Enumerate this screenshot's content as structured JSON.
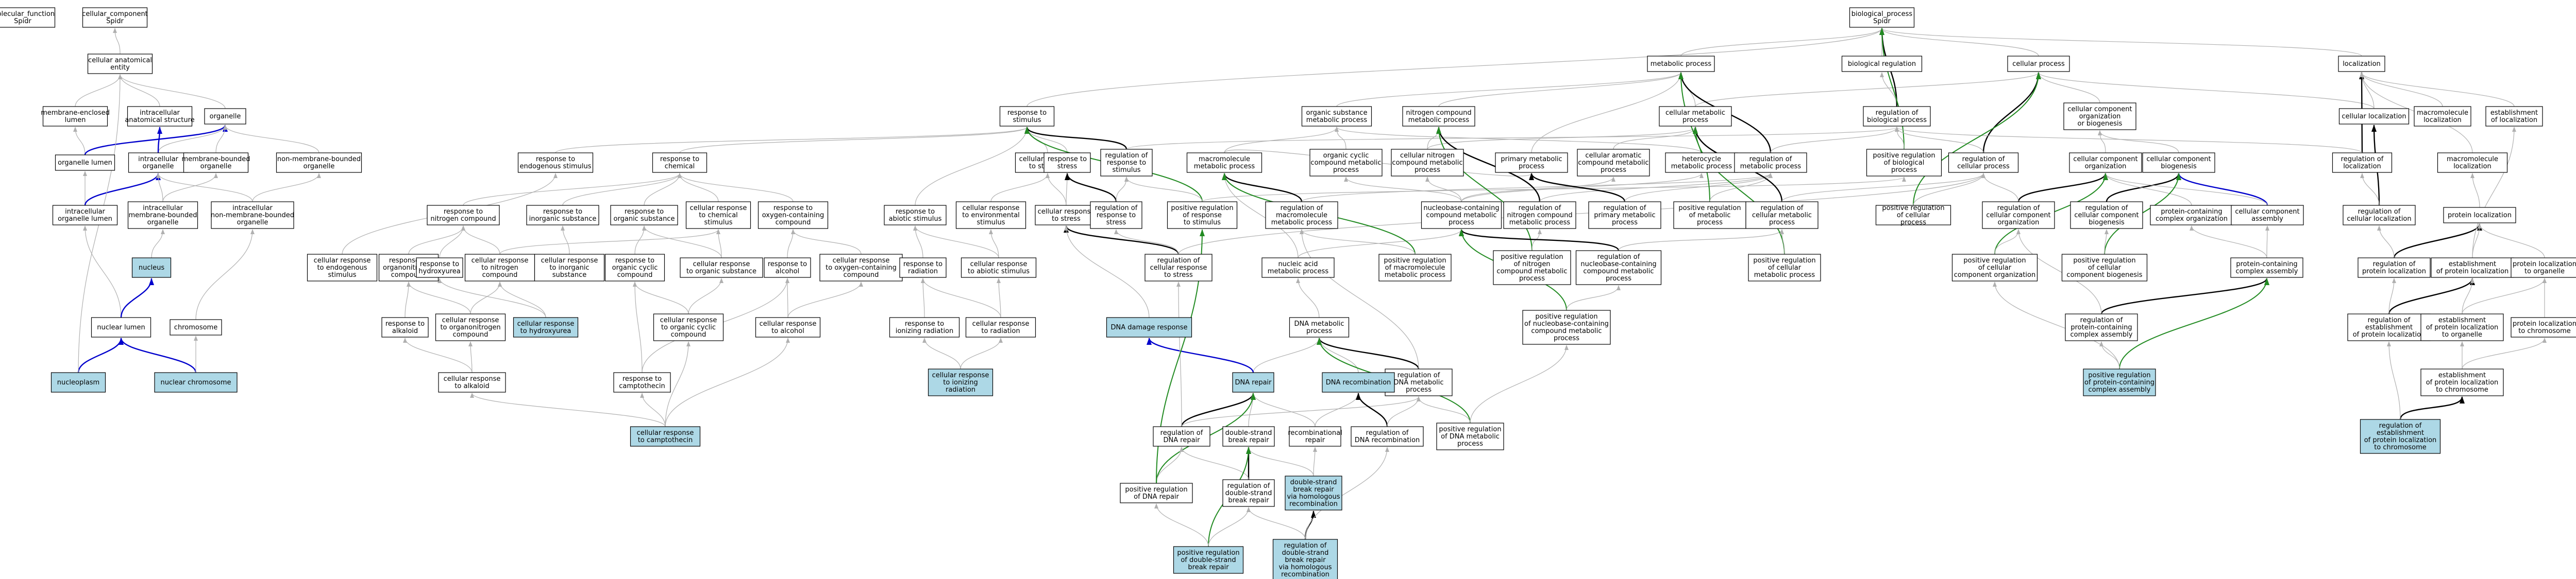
{
  "colors": {
    "normal_fill": "#ffffff",
    "highlight_fill": "#add8e6",
    "edge_is_a": "#b0b0b0",
    "edge_part_of": "#0000cc",
    "edge_regulates": "#000000",
    "edge_positively_regulates": "#228b22"
  },
  "nodes": [
    {
      "id": "molecular_function",
      "lines": [
        "molecular_function",
        "Spidr"
      ]
    },
    {
      "id": "cellular_component",
      "lines": [
        "cellular_component",
        "Spidr"
      ]
    },
    {
      "id": "biological_process",
      "lines": [
        "biological_process",
        "Spidr"
      ]
    },
    {
      "id": "cellular_anatomical_entity",
      "lines": [
        "cellular anatomical",
        "entity"
      ]
    },
    {
      "id": "membrane_enclosed_lumen",
      "lines": [
        "membrane-enclosed",
        "lumen"
      ]
    },
    {
      "id": "intracellular_anatomical_structure",
      "lines": [
        "intracellular",
        "anatomical structure"
      ]
    },
    {
      "id": "organelle",
      "lines": [
        "organelle"
      ]
    },
    {
      "id": "organelle_lumen",
      "lines": [
        "organelle lumen"
      ]
    },
    {
      "id": "intracellular_organelle",
      "lines": [
        "intracellular",
        "organelle"
      ]
    },
    {
      "id": "membrane_bounded_organelle",
      "lines": [
        "membrane-bounded",
        "organelle"
      ]
    },
    {
      "id": "non_membrane_bounded_organelle",
      "lines": [
        "non-membrane-bounded",
        "organelle"
      ]
    },
    {
      "id": "intracellular_organelle_lumen",
      "lines": [
        "intracellular",
        "organelle lumen"
      ]
    },
    {
      "id": "intracellular_membrane_bounded_organelle",
      "lines": [
        "intracellular",
        "membrane-bounded",
        "organelle"
      ]
    },
    {
      "id": "intracellular_non_membrane_bounded_organelle",
      "lines": [
        "intracellular",
        "non-membrane-bounded",
        "organelle"
      ]
    },
    {
      "id": "nucleus",
      "lines": [
        "nucleus"
      ],
      "hl": true
    },
    {
      "id": "nuclear_lumen",
      "lines": [
        "nuclear lumen"
      ]
    },
    {
      "id": "chromosome",
      "lines": [
        "chromosome"
      ]
    },
    {
      "id": "nucleoplasm",
      "lines": [
        "nucleoplasm"
      ],
      "hl": true
    },
    {
      "id": "nuclear_chromosome",
      "lines": [
        "nuclear chromosome"
      ],
      "hl": true
    },
    {
      "id": "response_to_stimulus",
      "lines": [
        "response to",
        "stimulus"
      ]
    },
    {
      "id": "response_to_endogenous_stimulus",
      "lines": [
        "response to",
        "endogenous stimulus"
      ]
    },
    {
      "id": "response_to_chemical",
      "lines": [
        "response to",
        "chemical"
      ]
    },
    {
      "id": "response_to_nitrogen_compound",
      "lines": [
        "response to",
        "nitrogen compound"
      ]
    },
    {
      "id": "response_to_inorganic_substance",
      "lines": [
        "response to",
        "inorganic substance"
      ]
    },
    {
      "id": "response_to_organic_substance",
      "lines": [
        "response to",
        "organic substance"
      ]
    },
    {
      "id": "cellular_response_to_chemical_stimulus",
      "lines": [
        "cellular response",
        "to chemical",
        "stimulus"
      ]
    },
    {
      "id": "response_to_oxygen_containing_compound",
      "lines": [
        "response to",
        "oxygen-containing",
        "compound"
      ]
    },
    {
      "id": "cellular_response_to_endogenous_stimulus",
      "lines": [
        "cellular response",
        "to endogenous",
        "stimulus"
      ]
    },
    {
      "id": "response_to_organonitrogen_compound",
      "lines": [
        "response to",
        "organonitrogen",
        "compound"
      ]
    },
    {
      "id": "response_to_hydroxyurea",
      "lines": [
        "response to",
        "hydroxyurea"
      ]
    },
    {
      "id": "cellular_response_to_nitrogen_compound",
      "lines": [
        "cellular response",
        "to nitrogen",
        "compound"
      ]
    },
    {
      "id": "cellular_response_to_inorganic_substance",
      "lines": [
        "cellular response",
        "to inorganic",
        "substance"
      ]
    },
    {
      "id": "response_to_organic_cyclic_compound",
      "lines": [
        "response to",
        "organic cyclic",
        "compound"
      ]
    },
    {
      "id": "cellular_response_to_organic_substance",
      "lines": [
        "cellular response",
        "to organic substance"
      ]
    },
    {
      "id": "response_to_alcohol",
      "lines": [
        "response to",
        "alcohol"
      ]
    },
    {
      "id": "cellular_response_to_oxygen_containing_compound",
      "lines": [
        "cellular response",
        "to oxygen-containing",
        "compound"
      ]
    },
    {
      "id": "response_to_alkaloid",
      "lines": [
        "response to",
        "alkaloid"
      ]
    },
    {
      "id": "cellular_response_to_organonitrogen_compound",
      "lines": [
        "cellular response",
        "to organonitrogen",
        "compound"
      ]
    },
    {
      "id": "cellular_response_to_hydroxyurea",
      "lines": [
        "cellular response",
        "to hydroxyurea"
      ],
      "hl": true
    },
    {
      "id": "cellular_response_to_organic_cyclic_compound",
      "lines": [
        "cellular response",
        "to organic cyclic",
        "compound"
      ]
    },
    {
      "id": "cellular_response_to_alcohol",
      "lines": [
        "cellular response",
        "to alcohol"
      ]
    },
    {
      "id": "cellular_response_to_alkaloid",
      "lines": [
        "cellular response",
        "to alkaloid"
      ]
    },
    {
      "id": "response_to_camptothecin",
      "lines": [
        "response to",
        "camptothecin"
      ]
    },
    {
      "id": "cellular_response_to_camptothecin",
      "lines": [
        "cellular response",
        "to camptothecin"
      ],
      "hl": true
    },
    {
      "id": "cellular_response_to_stimulus",
      "lines": [
        "cellular response",
        "to stimulus"
      ]
    },
    {
      "id": "response_to_abiotic_stimulus",
      "lines": [
        "response to",
        "abiotic stimulus"
      ]
    },
    {
      "id": "cellular_response_to_environmental_stimulus",
      "lines": [
        "cellular response",
        "to environmental",
        "stimulus"
      ]
    },
    {
      "id": "response_to_radiation",
      "lines": [
        "response to",
        "radiation"
      ]
    },
    {
      "id": "cellular_response_to_abiotic_stimulus",
      "lines": [
        "cellular response",
        "to abiotic stimulus"
      ]
    },
    {
      "id": "response_to_ionizing_radiation",
      "lines": [
        "response to",
        "ionizing radiation"
      ]
    },
    {
      "id": "cellular_response_to_radiation",
      "lines": [
        "cellular response",
        "to radiation"
      ]
    },
    {
      "id": "cellular_response_to_ionizing_radiation",
      "lines": [
        "cellular response",
        "to ionizing",
        "radiation"
      ],
      "hl": true
    },
    {
      "id": "response_to_stress",
      "lines": [
        "response to",
        "stress"
      ]
    },
    {
      "id": "regulation_of_response_to_stimulus",
      "lines": [
        "regulation of",
        "response to",
        "stimulus"
      ]
    },
    {
      "id": "cellular_response_to_stress",
      "lines": [
        "cellular response",
        "to stress"
      ]
    },
    {
      "id": "regulation_of_response_to_stress",
      "lines": [
        "regulation of",
        "response to",
        "stress"
      ]
    },
    {
      "id": "positive_regulation_of_response_to_stimulus",
      "lines": [
        "positive regulation",
        "of response",
        "to stimulus"
      ]
    },
    {
      "id": "regulation_of_cellular_response_to_stress",
      "lines": [
        "regulation of",
        "cellular response",
        "to stress"
      ]
    },
    {
      "id": "dna_damage_response",
      "lines": [
        "DNA damage response"
      ],
      "hl": true
    },
    {
      "id": "metabolic_process",
      "lines": [
        "metabolic process"
      ]
    },
    {
      "id": "biological_regulation",
      "lines": [
        "biological regulation"
      ]
    },
    {
      "id": "cellular_process",
      "lines": [
        "cellular process"
      ]
    },
    {
      "id": "localization",
      "lines": [
        "localization"
      ]
    },
    {
      "id": "organic_substance_metabolic_process",
      "lines": [
        "organic substance",
        "metabolic process"
      ]
    },
    {
      "id": "nitrogen_compound_metabolic_process",
      "lines": [
        "nitrogen compound",
        "metabolic process"
      ]
    },
    {
      "id": "cellular_metabolic_process",
      "lines": [
        "cellular metabolic",
        "process"
      ]
    },
    {
      "id": "regulation_of_biological_process",
      "lines": [
        "regulation of",
        "biological process"
      ]
    },
    {
      "id": "cellular_component_organization_or_biogenesis",
      "lines": [
        "cellular component",
        "organization",
        "or biogenesis"
      ]
    },
    {
      "id": "cellular_localization",
      "lines": [
        "cellular localization"
      ]
    },
    {
      "id": "macromolecule_localization",
      "lines": [
        "macromolecule",
        "localization"
      ]
    },
    {
      "id": "establishment_of_localization",
      "lines": [
        "establishment",
        "of localization"
      ]
    },
    {
      "id": "macromolecule_metabolic_process",
      "lines": [
        "macromolecule",
        "metabolic process"
      ]
    },
    {
      "id": "organic_cyclic_compound_metabolic_process",
      "lines": [
        "organic cyclic",
        "compound metabolic",
        "process"
      ]
    },
    {
      "id": "cellular_nitrogen_compound_metabolic_process",
      "lines": [
        "cellular nitrogen",
        "compound metabolic",
        "process"
      ]
    },
    {
      "id": "primary_metabolic_process",
      "lines": [
        "primary metabolic",
        "process"
      ]
    },
    {
      "id": "cellular_aromatic_compound_metabolic_process",
      "lines": [
        "cellular aromatic",
        "compound metabolic",
        "process"
      ]
    },
    {
      "id": "heterocycle_metabolic_process",
      "lines": [
        "heterocycle",
        "metabolic process"
      ]
    },
    {
      "id": "regulation_of_metabolic_process",
      "lines": [
        "regulation of",
        "metabolic process"
      ]
    },
    {
      "id": "positive_regulation_of_biological_process",
      "lines": [
        "positive regulation",
        "of biological",
        "process"
      ]
    },
    {
      "id": "regulation_of_cellular_process",
      "lines": [
        "regulation of",
        "cellular process"
      ]
    },
    {
      "id": "cellular_component_organization",
      "lines": [
        "cellular component",
        "organization"
      ]
    },
    {
      "id": "cellular_component_biogenesis",
      "lines": [
        "cellular component",
        "biogenesis"
      ]
    },
    {
      "id": "regulation_of_localization",
      "lines": [
        "regulation of",
        "localization"
      ]
    },
    {
      "id": "macromolecule_localization_2",
      "lines": [
        "macromolecule",
        "localization"
      ]
    },
    {
      "id": "regulation_of_macromolecule_metabolic_process",
      "lines": [
        "regulation of",
        "macromolecule",
        "metabolic process"
      ]
    },
    {
      "id": "nucleobase_containing_compound_metabolic_process",
      "lines": [
        "nucleobase-containing",
        "compound metabolic",
        "process"
      ]
    },
    {
      "id": "regulation_of_nitrogen_compound_metabolic_process",
      "lines": [
        "regulation of",
        "nitrogen compound",
        "metabolic process"
      ]
    },
    {
      "id": "regulation_of_primary_metabolic_process",
      "lines": [
        "regulation of",
        "primary metabolic",
        "process"
      ]
    },
    {
      "id": "positive_regulation_of_metabolic_process",
      "lines": [
        "positive regulation",
        "of metabolic",
        "process"
      ]
    },
    {
      "id": "regulation_of_cellular_metabolic_process",
      "lines": [
        "regulation of",
        "cellular metabolic",
        "process"
      ]
    },
    {
      "id": "positive_regulation_of_cellular_process",
      "lines": [
        "positive regulation",
        "of cellular",
        "process"
      ]
    },
    {
      "id": "regulation_of_cellular_component_organization",
      "lines": [
        "regulation of",
        "cellular component",
        "organization"
      ]
    },
    {
      "id": "regulation_of_cellular_component_biogenesis",
      "lines": [
        "regulation of",
        "cellular component",
        "biogenesis"
      ]
    },
    {
      "id": "protein_containing_complex_organization",
      "lines": [
        "protein-containing",
        "complex organization"
      ]
    },
    {
      "id": "cellular_component_assembly",
      "lines": [
        "cellular component",
        "assembly"
      ]
    },
    {
      "id": "regulation_of_cellular_localization",
      "lines": [
        "regulation of",
        "cellular localization"
      ]
    },
    {
      "id": "protein_localization",
      "lines": [
        "protein localization"
      ]
    },
    {
      "id": "nucleic_acid_metabolic_process",
      "lines": [
        "nucleic acid",
        "metabolic process"
      ]
    },
    {
      "id": "positive_regulation_of_macromolecule_metabolic_process",
      "lines": [
        "positive regulation",
        "of macromolecule",
        "metabolic process"
      ]
    },
    {
      "id": "positive_regulation_of_nitrogen_compound_metabolic_process",
      "lines": [
        "positive regulation",
        "of nitrogen",
        "compound metabolic",
        "process"
      ]
    },
    {
      "id": "regulation_of_nucleobase_containing_compound_metabolic_process",
      "lines": [
        "regulation of",
        "nucleobase-containing",
        "compound metabolic",
        "process"
      ]
    },
    {
      "id": "positive_regulation_of_cellular_metabolic_process",
      "lines": [
        "positive regulation",
        "of cellular",
        "metabolic process"
      ]
    },
    {
      "id": "positive_regulation_of_cellular_component_organization",
      "lines": [
        "positive regulation",
        "of cellular",
        "component organization"
      ]
    },
    {
      "id": "positive_regulation_of_cellular_component_biogenesis",
      "lines": [
        "positive regulation",
        "of cellular",
        "component biogenesis"
      ]
    },
    {
      "id": "protein_containing_complex_assembly",
      "lines": [
        "protein-containing",
        "complex assembly"
      ]
    },
    {
      "id": "regulation_of_protein_localization",
      "lines": [
        "regulation of",
        "protein localization"
      ]
    },
    {
      "id": "establishment_of_protein_localization",
      "lines": [
        "establishment",
        "of protein localization"
      ]
    },
    {
      "id": "protein_localization_to_organelle",
      "lines": [
        "protein localization",
        "to organelle"
      ]
    },
    {
      "id": "dna_metabolic_process",
      "lines": [
        "DNA metabolic",
        "process"
      ]
    },
    {
      "id": "positive_regulation_of_nucleobase_containing_compound_metabolic_process",
      "lines": [
        "positive regulation",
        "of nucleobase-containing",
        "compound metabolic",
        "process"
      ]
    },
    {
      "id": "regulation_of_protein_containing_complex_assembly",
      "lines": [
        "regulation of",
        "protein-containing",
        "complex assembly"
      ]
    },
    {
      "id": "regulation_of_establishment_of_protein_localization",
      "lines": [
        "regulation of",
        "establishment",
        "of protein localization"
      ]
    },
    {
      "id": "establishment_of_protein_localization_to_organelle",
      "lines": [
        "establishment",
        "of protein localization",
        "to organelle"
      ]
    },
    {
      "id": "protein_localization_to_chromosome",
      "lines": [
        "protein localization",
        "to chromosome"
      ]
    },
    {
      "id": "regulation_of_dna_metabolic_process",
      "lines": [
        "regulation of",
        "DNA metabolic",
        "process"
      ]
    },
    {
      "id": "dna_repair",
      "lines": [
        "DNA repair"
      ],
      "hl": true
    },
    {
      "id": "dna_recombination",
      "lines": [
        "DNA recombination"
      ],
      "hl": true
    },
    {
      "id": "establishment_of_protein_localization_to_chromosome",
      "lines": [
        "establishment",
        "of protein localization",
        "to chromosome"
      ]
    },
    {
      "id": "positive_regulation_of_protein_containing_complex_assembly",
      "lines": [
        "positive regulation",
        "of protein-containing",
        "complex assembly"
      ],
      "hl": true
    },
    {
      "id": "regulation_of_dna_repair",
      "lines": [
        "regulation of",
        "DNA repair"
      ]
    },
    {
      "id": "double_strand_break_repair",
      "lines": [
        "double-strand",
        "break repair"
      ]
    },
    {
      "id": "recombinational_repair",
      "lines": [
        "recombinational",
        "repair"
      ]
    },
    {
      "id": "regulation_of_dna_recombination",
      "lines": [
        "regulation of",
        "DNA recombination"
      ]
    },
    {
      "id": "positive_regulation_of_dna_metabolic_process",
      "lines": [
        "positive regulation",
        "of DNA metabolic",
        "process"
      ]
    },
    {
      "id": "regulation_of_establishment_of_protein_localization_to_chromosome",
      "lines": [
        "regulation of",
        "establishment",
        "of protein localization",
        "to chromosome"
      ],
      "hl": true
    },
    {
      "id": "positive_regulation_of_dna_repair",
      "lines": [
        "positive regulation",
        "of DNA repair"
      ]
    },
    {
      "id": "regulation_of_double_strand_break_repair",
      "lines": [
        "regulation of",
        "double-strand",
        "break repair"
      ]
    },
    {
      "id": "double_strand_break_repair_via_homologous_recombination",
      "lines": [
        "double-strand",
        "break repair",
        "via homologous",
        "recombination"
      ],
      "hl": true
    },
    {
      "id": "positive_regulation_of_double_strand_break_repair",
      "lines": [
        "positive regulation",
        "of double-strand",
        "break repair"
      ],
      "hl": true
    },
    {
      "id": "regulation_of_double_strand_break_repair_via_homologous_recombination",
      "lines": [
        "regulation of",
        "double-strand",
        "break repair",
        "via homologous",
        "recombination"
      ],
      "hl": true
    }
  ]
}
